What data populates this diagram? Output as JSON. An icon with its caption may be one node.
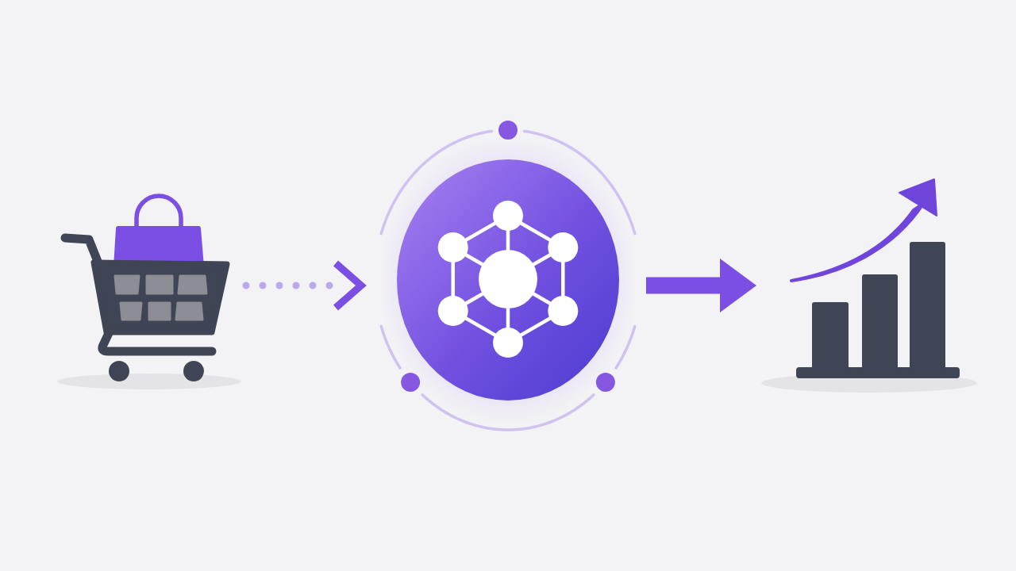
{
  "diagram": {
    "nodes": [
      {
        "text": [],
        "shape": "picture"
      },
      {
        "text": [],
        "shape": "circle"
      },
      {
        "text": [],
        "shape": "picture"
      }
    ],
    "edges": [
      {
        "from": 0,
        "to": 1,
        "arrow": "to",
        "style": "dashed"
      },
      {
        "from": 1,
        "to": 2,
        "arrow": "to",
        "style": "thick"
      }
    ]
  }
}
